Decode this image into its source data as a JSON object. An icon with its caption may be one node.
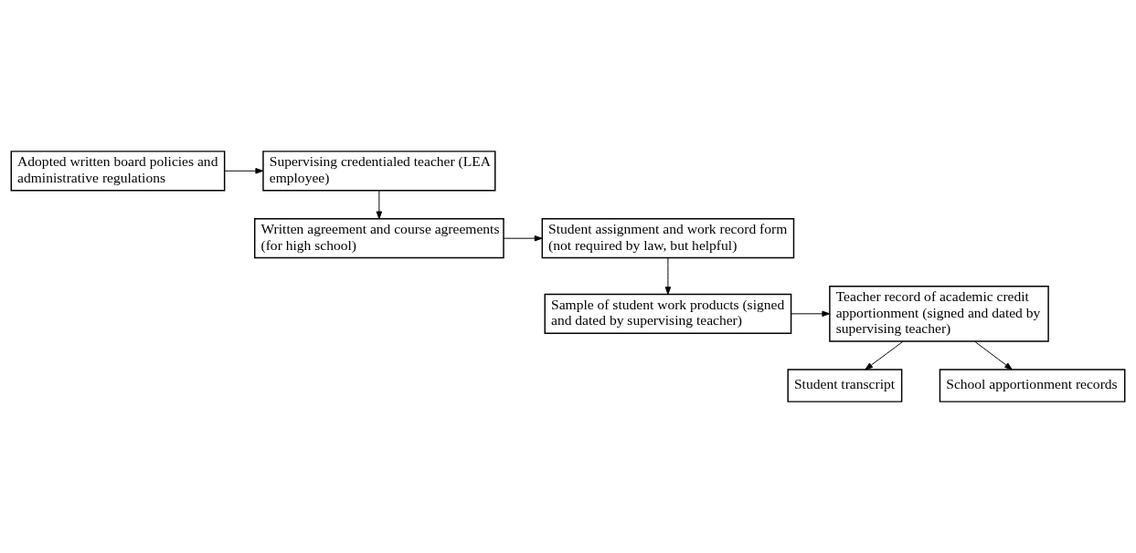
{
  "diagram": {
    "nodes": [
      {
        "text": [
          "Adopted written board policies and administrative regulations"
        ]
      },
      {
        "text": [
          "Supervising credentialed teacher (LEA employee)"
        ]
      },
      {
        "text": [
          "Written agreement and course agreements (for high school)"
        ]
      },
      {
        "text": [
          "Student assignment and work record form (not required by law, but helpful)"
        ]
      },
      {
        "text": [
          "Sample of student work products (signed and dated by supervising teacher)"
        ]
      },
      {
        "text": [
          "Teacher record of academic credit apportionment (signed and dated by supervising teacher)"
        ]
      },
      {
        "text": [
          "Student transcript"
        ]
      },
      {
        "text": [
          "School apportionment records"
        ]
      }
    ],
    "edges": [
      {
        "from": 0,
        "to": 1,
        "arrow": "to"
      },
      {
        "from": 1,
        "to": 2,
        "arrow": "to"
      },
      {
        "from": 2,
        "to": 3,
        "arrow": "to"
      },
      {
        "from": 3,
        "to": 4,
        "arrow": "to"
      },
      {
        "from": 4,
        "to": 5,
        "arrow": "to"
      },
      {
        "from": 5,
        "to": 6,
        "arrow": "to"
      },
      {
        "from": 5,
        "to": 7,
        "arrow": "to"
      }
    ]
  }
}
